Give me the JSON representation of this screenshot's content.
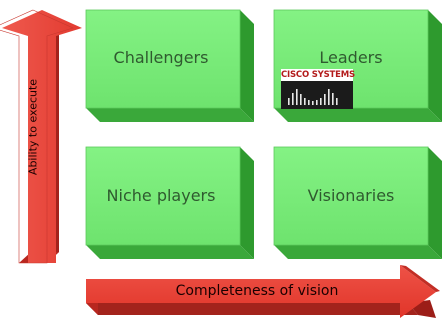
{
  "axes": {
    "y_label": "Ability to execute",
    "x_label": "Completeness of vision"
  },
  "quadrants": {
    "top_left": "Challengers",
    "top_right": "Leaders",
    "bottom_left": "Niche players",
    "bottom_right": "Visionaries"
  },
  "logo": {
    "text": "Cisco Systems",
    "icon": "cisco-bridge-bars-icon"
  },
  "colors": {
    "box_front": "#77ee77",
    "box_top": "#b8f7b8",
    "box_side": "#2e9a2e",
    "arrow_front": "#e8443a",
    "arrow_dark": "#9c1e18",
    "text_green": "#2f5a2f"
  }
}
